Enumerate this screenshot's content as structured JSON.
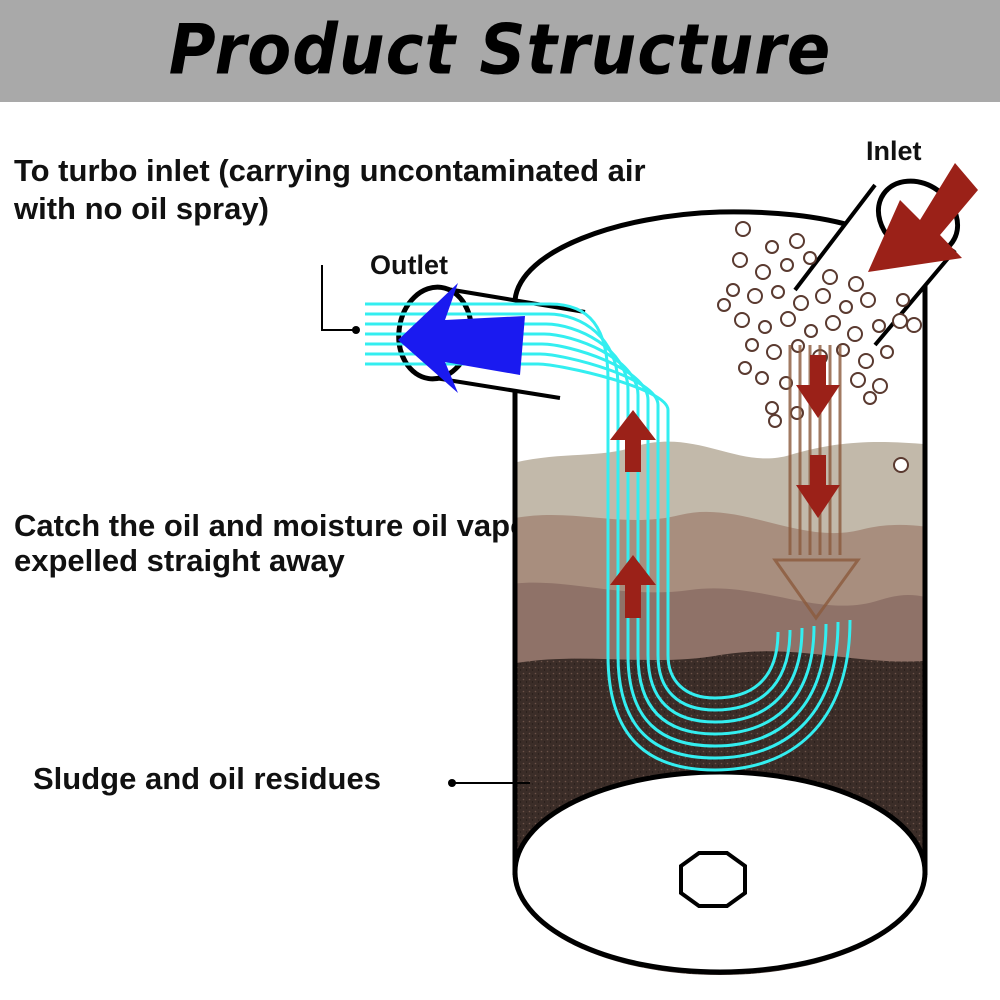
{
  "header": {
    "title": "Product Structure"
  },
  "labels": {
    "turbo_inlet": "To turbo inlet (carrying uncontaminated air with no oil spray)",
    "outlet": "Outlet",
    "inlet": "Inlet",
    "catch_oil": "Catch the oil and moisture oil vapor expelled straight away",
    "sludge": "Sludge and oil residues"
  },
  "colors": {
    "header_bg": "#a9a9a9",
    "clean_air_lines": "#33eef0",
    "outlet_arrow": "#1a1af0",
    "inlet_arrow": "#9b2118",
    "layer_top": "#c2b9aa",
    "layer_mid": "#a88e7e",
    "layer_low": "#8f7268",
    "sludge": "#3b2d28"
  }
}
